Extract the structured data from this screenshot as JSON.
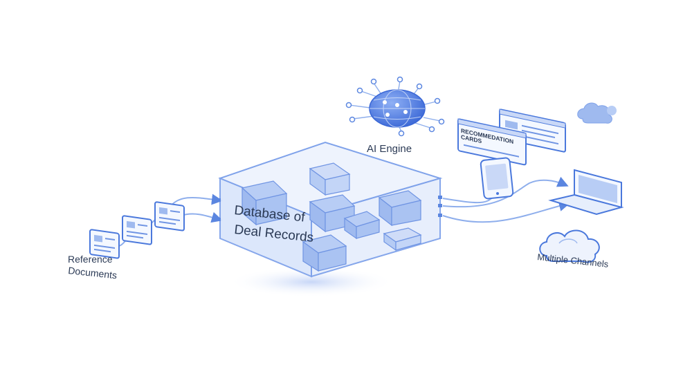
{
  "labels": {
    "reference_documents_line1": "Reference",
    "reference_documents_line2": "Documents",
    "database_line1": "Database of",
    "database_line2": "Deal Records",
    "ai_engine": "AI Engine",
    "recommendation_cards_line1": "RECOMMEDATION",
    "recommendation_cards_line2": "CARDS",
    "multiple_channels": "Multiple Channels"
  },
  "colors": {
    "stroke": "#3f6fd8",
    "fill_light": "#e9f0fd",
    "fill_mid": "#c9d8f7",
    "fill_dark": "#9db8ee",
    "text": "#2b3a55"
  }
}
